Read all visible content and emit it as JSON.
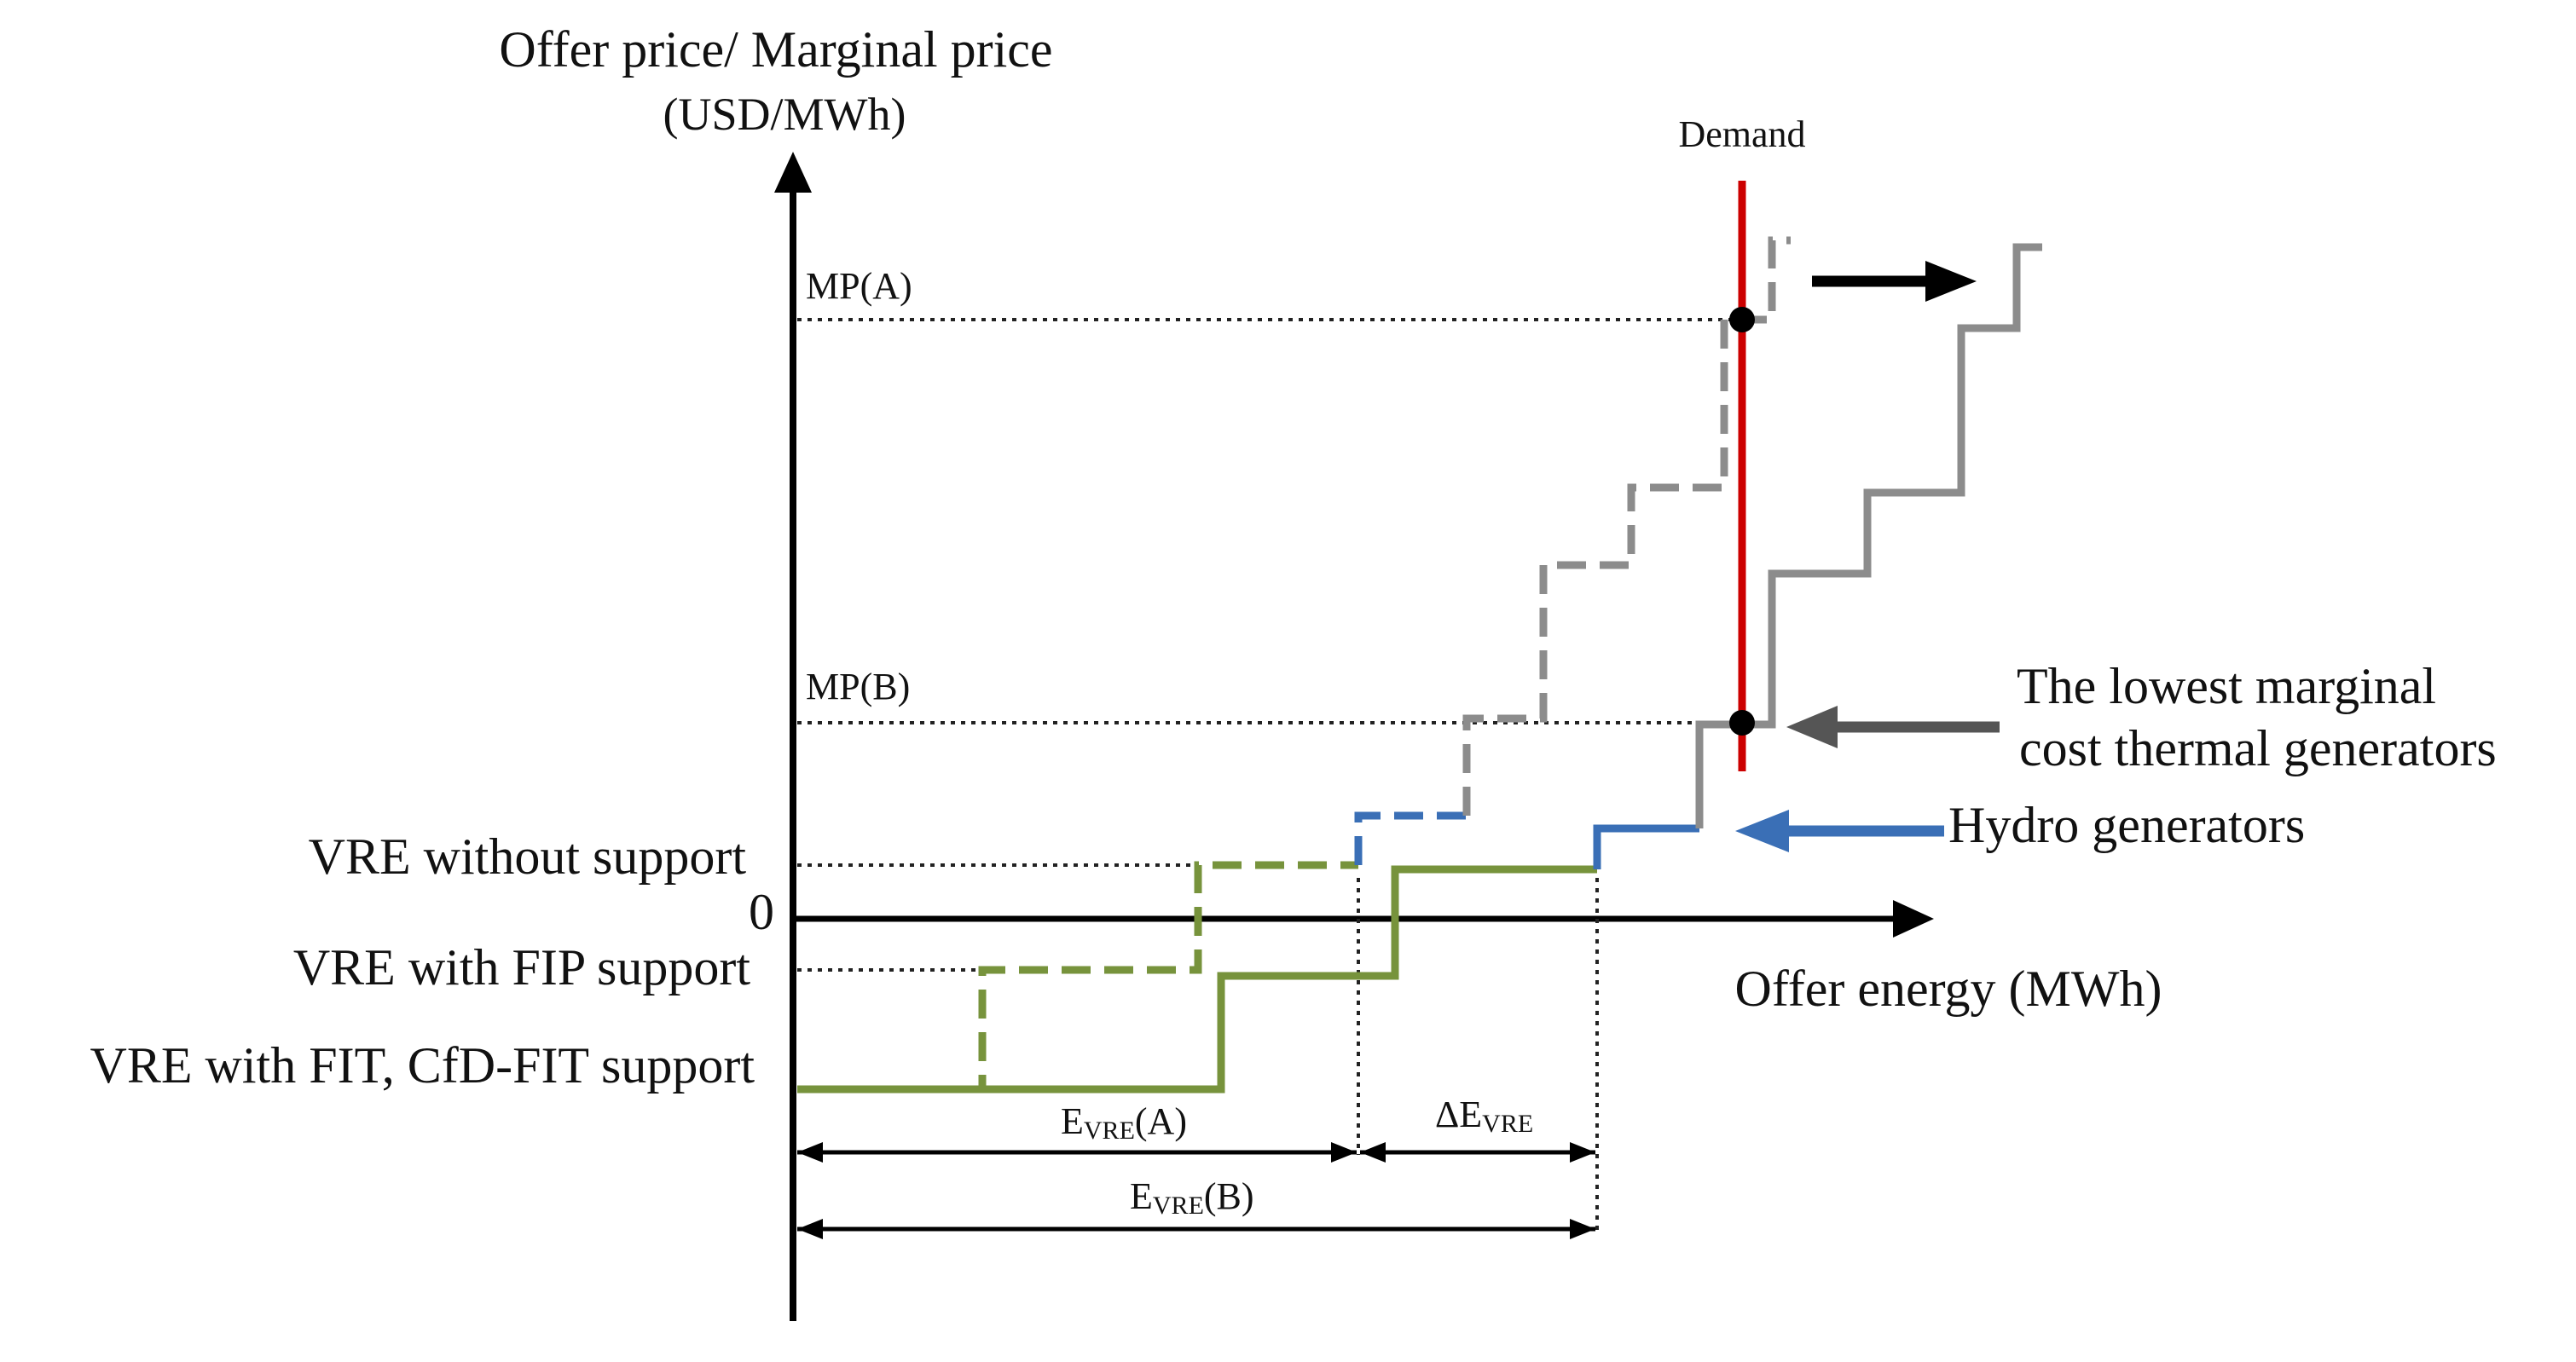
{
  "axes": {
    "y_label_line1": "Offer price/ Marginal price",
    "y_label_line2": "(USD/MWh)",
    "x_label": "Offer energy (MWh)",
    "zero_label": "0"
  },
  "demand": {
    "label": "Demand",
    "color": "#cc0000"
  },
  "price_levels": {
    "mp_a": "MP(A)",
    "mp_b": "MP(B)"
  },
  "vre_labels": {
    "without_support": "VRE without support",
    "fip_support": "VRE with FIP support",
    "fit_support": "VRE with FIT, CfD-FIT support"
  },
  "generator_labels": {
    "thermal_line1": "The lowest marginal",
    "thermal_line2": "cost thermal generators",
    "hydro": "Hydro generators"
  },
  "energy_labels": {
    "e_vre_a_main": "E",
    "e_vre_a_sub": "VRE",
    "e_vre_a_suffix": "(A)",
    "e_vre_b_main": "E",
    "e_vre_b_sub": "VRE",
    "e_vre_b_suffix": "(B)",
    "delta_main": "ΔE",
    "delta_sub": "VRE"
  },
  "legend_styles": {
    "case_a": "dashed",
    "case_b": "solid"
  },
  "colors": {
    "vre": "#77933c",
    "hydro": "#3a6fb6",
    "thermal": "#8c8c8c",
    "thermal_arrow": "#555555",
    "hydro_arrow": "#3a6fb6",
    "axis": "#000000",
    "demand": "#cc0000"
  }
}
